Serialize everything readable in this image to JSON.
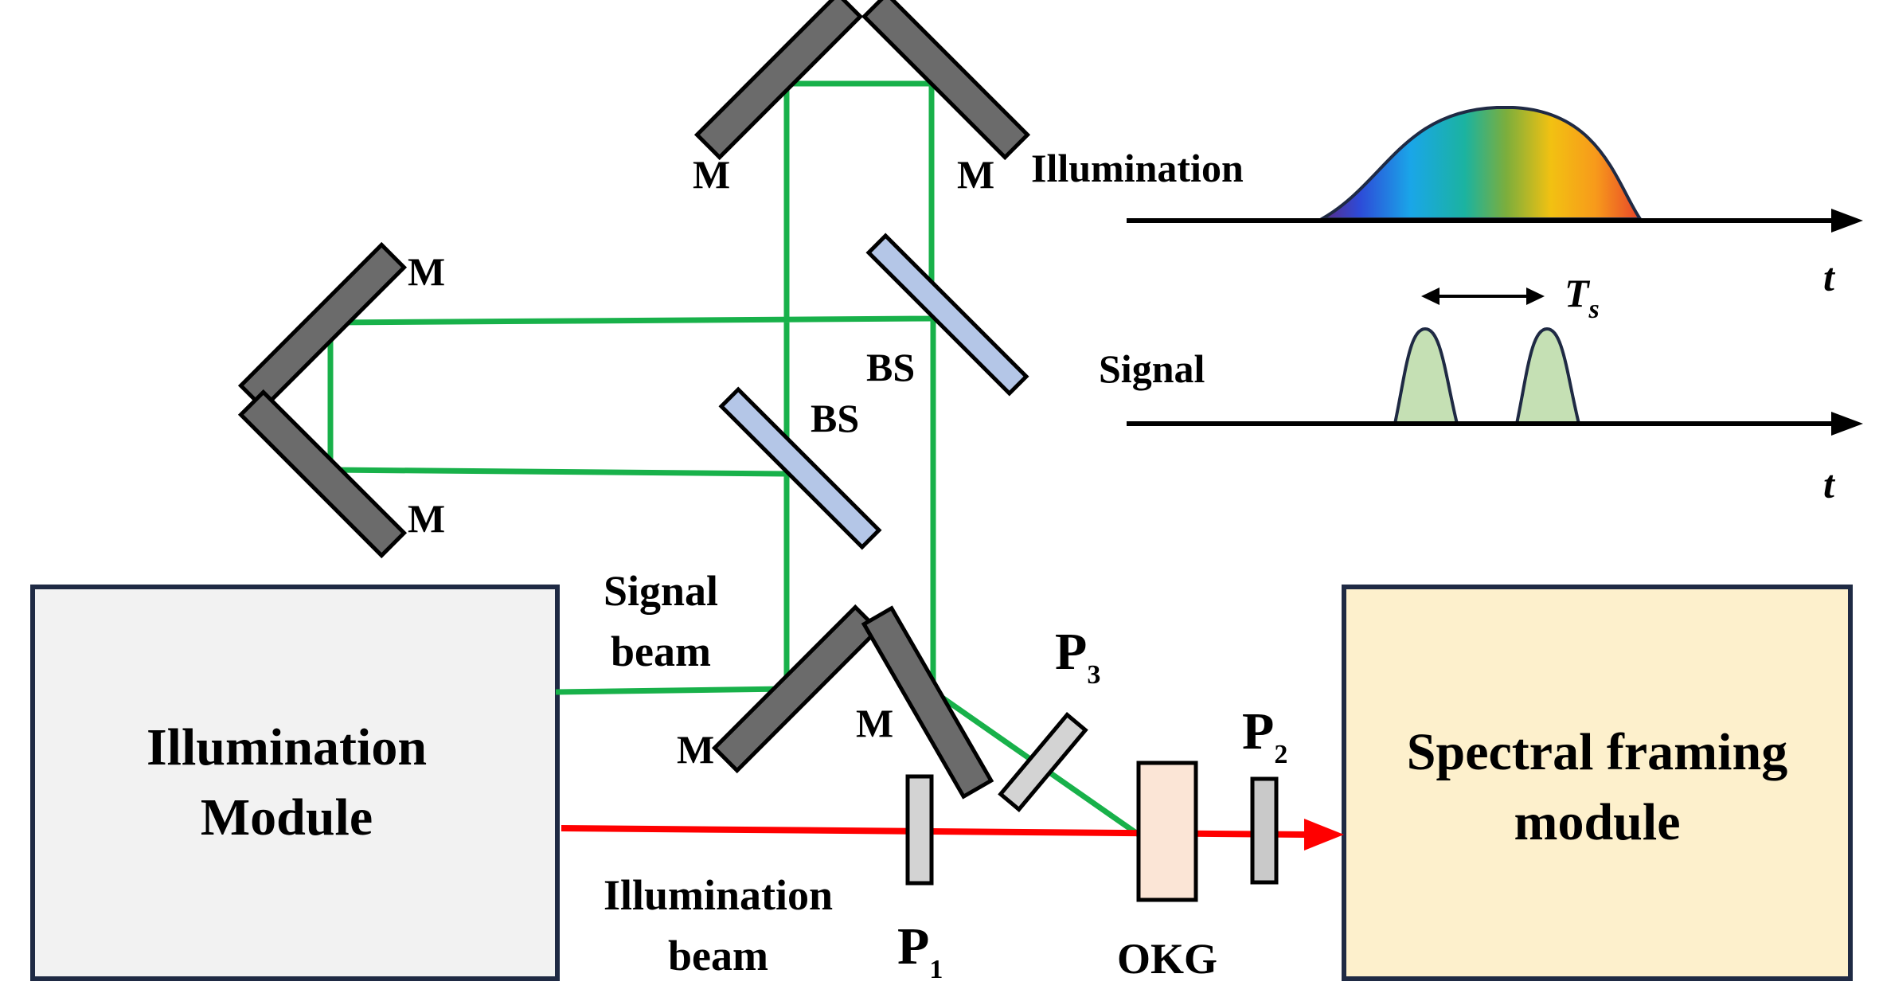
{
  "modules": {
    "illumination": {
      "line1": "Illumination",
      "line2": "Module",
      "fill": "#f2f2f2"
    },
    "spectral": {
      "line1": "Spectral framing",
      "line2": "module",
      "fill": "#fdf0cc"
    }
  },
  "labels": {
    "mirror": "M",
    "beam_splitter": "BS",
    "signal_beam_line1": "Signal",
    "signal_beam_line2": "beam",
    "illum_beam_line1": "Illumination",
    "illum_beam_line2": "beam",
    "p1": "P",
    "p1_sub": "1",
    "p2": "P",
    "p2_sub": "2",
    "p3": "P",
    "p3_sub": "3",
    "okg": "OKG"
  },
  "timing": {
    "illumination_label": "Illumination",
    "signal_label": "Signal",
    "time_axis": "t",
    "ts_main": "T",
    "ts_sub": "s"
  },
  "colors": {
    "signal_beam": "#18b14a",
    "illumination_beam": "#ff0000",
    "mirror": "#6b6b6b",
    "beam_splitter": "#b4c6e7",
    "polarizer": "#d3d3d3",
    "okg": "#fbe5d6",
    "signal_pulse": "#c5e0b4",
    "box_border": "#1f2a44"
  }
}
